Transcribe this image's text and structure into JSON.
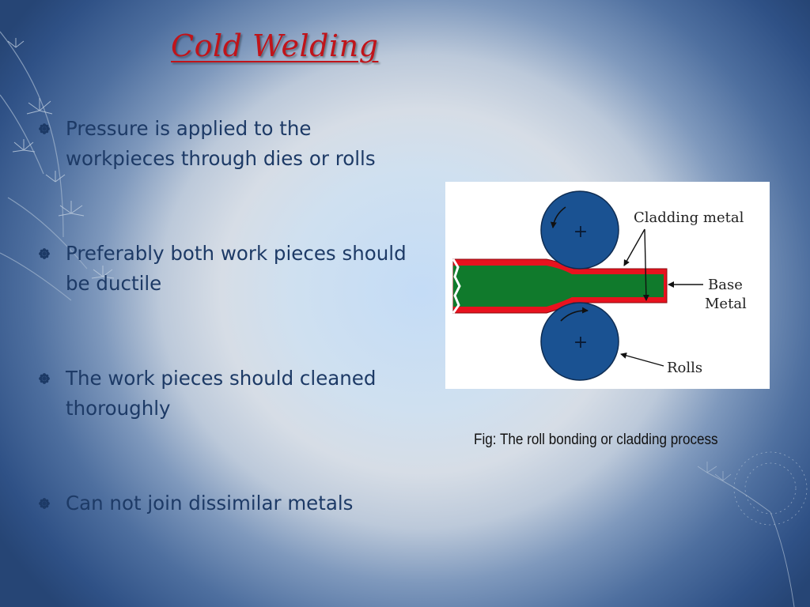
{
  "slide": {
    "title": "Cold Welding",
    "bullets": [
      {
        "text": "Pressure is applied to the workpieces through dies or rolls"
      },
      {
        "text": "Preferably both work pieces should be ductile"
      },
      {
        "text": "The work pieces should cleaned thoroughly"
      },
      {
        "text": "Can not join dissimilar metals"
      }
    ],
    "bullet_icon": "flower-bullet-icon"
  },
  "figure": {
    "labels": {
      "cladding_metal": "Cladding metal",
      "base": "Base",
      "metal": "Metal",
      "rolls": "Rolls",
      "roll_mark_top": "+",
      "roll_mark_bottom": "+"
    },
    "caption": "Fig: The roll bonding or cladding process",
    "colors": {
      "roll": "#1a5292",
      "cladding": "#e8121e",
      "base_metal": "#107a2c"
    }
  },
  "theme": {
    "title_color": "#c0141a",
    "text_color": "#1d3a66"
  }
}
